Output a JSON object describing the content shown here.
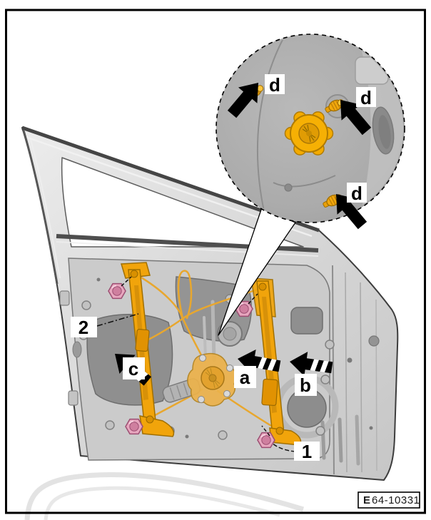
{
  "figure": {
    "code_prefix": "E",
    "code_number": "64-10331"
  },
  "callouts": {
    "part_1": "1",
    "part_2": "2",
    "direction_a": "a",
    "direction_b": "b",
    "direction_c": "c",
    "clip_d": "d"
  },
  "colors": {
    "background": "#FFFFFF",
    "border_black": "#000000",
    "door_gray": "#D6D6D6",
    "inner_panel_gray": "#CBCBCB",
    "opening_gray": "#8F8F8F",
    "detail_circle_gray": "#ACACAC",
    "highlight_orange": "#F1A40B",
    "motor_plate_orange": "#ECB24A",
    "fastener_pink": "#E7A6BE",
    "callout_black": "#000000",
    "sketch_faint_gray": "#E3E3E3"
  }
}
